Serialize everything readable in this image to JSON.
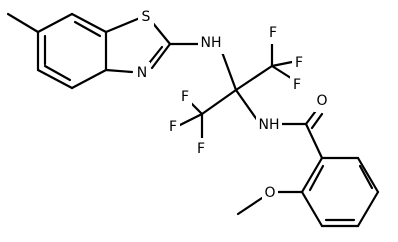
{
  "atoms": {
    "s1": "S",
    "n_thiazole": "N",
    "nh_amine": "NH",
    "nh_amide": "NH",
    "o_carbonyl": "O",
    "o_methoxy": "O",
    "f1": "F",
    "f2": "F",
    "f3": "F",
    "f4": "F",
    "f5": "F",
    "f6": "F"
  }
}
